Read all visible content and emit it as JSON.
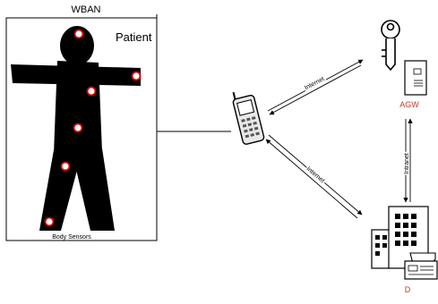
{
  "diagram": {
    "wban_title": "WBAN",
    "patient_label": "Patient",
    "sensors_label": "Body Sensors",
    "agw_label": "AGW",
    "d_label": "D",
    "link_phone_agw": "Internet",
    "link_phone_d": "Internet",
    "link_agw_d": "Intranet",
    "colors": {
      "body": "#000000",
      "sensor_ring": "#cc0000",
      "agw_text": "#c0392b",
      "line": "#000000"
    },
    "icons": [
      "human-figure-icon",
      "sensor-icon",
      "mobile-phone-icon",
      "key-icon",
      "server-icon",
      "building-icon",
      "printer-icon"
    ]
  }
}
